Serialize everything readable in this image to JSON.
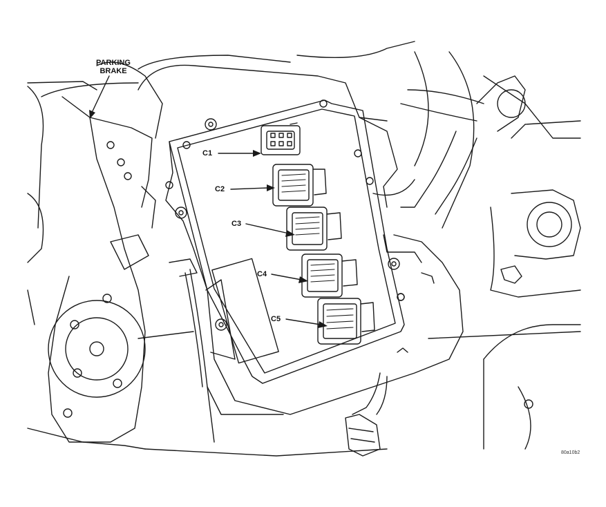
{
  "labels": {
    "parking_brake_line1": "PARKING",
    "parking_brake_line2": "BRAKE",
    "c1": "C1",
    "c2": "C2",
    "c3": "C3",
    "c4": "C4",
    "c5": "C5",
    "figure_id": "80a10b2"
  },
  "colors": {
    "line": "#1a1a1a",
    "background": "#ffffff"
  }
}
